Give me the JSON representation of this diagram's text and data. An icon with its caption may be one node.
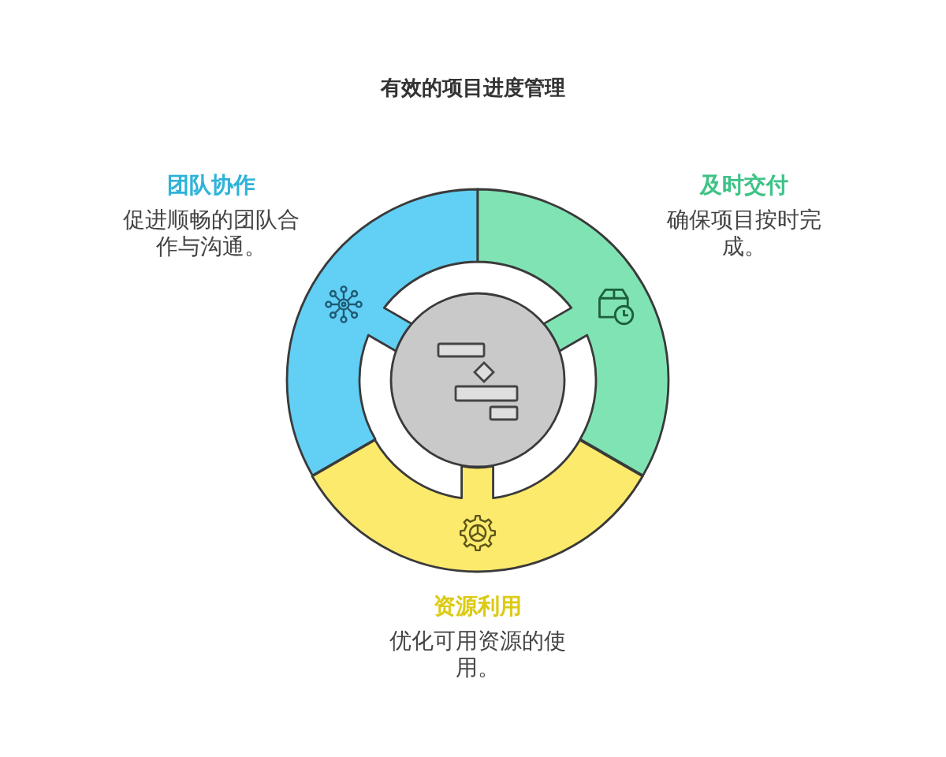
{
  "diagram": {
    "title": "有效的项目进度管理",
    "nodes": [
      {
        "text": [
          "团队协作",
          "促进顺畅的团队合作与沟通。"
        ]
      },
      {
        "text": [
          "及时交付",
          "确保项目按时完成。"
        ]
      },
      {
        "text": [],
        "shape": "circle"
      },
      {
        "text": [
          "资源利用",
          "优化可用资源的使用。"
        ]
      }
    ]
  }
}
